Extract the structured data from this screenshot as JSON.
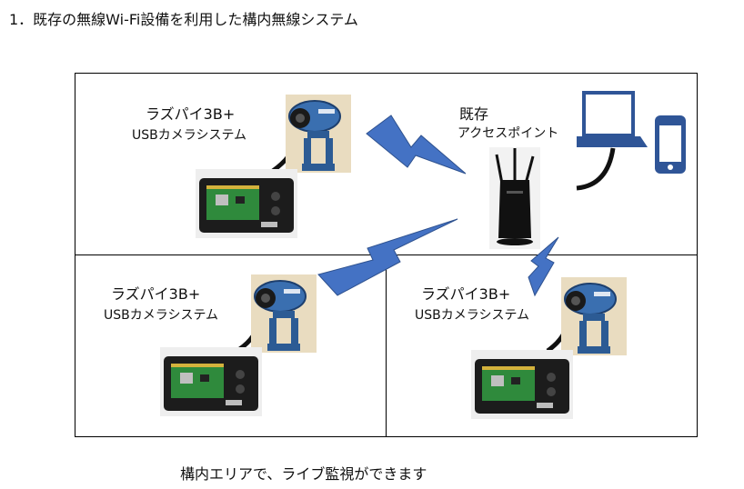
{
  "title": "1．既存の無線Wi-Fi設備を利用した構内無線システム",
  "caption": "構内エリアで、ライブ監視ができます",
  "access_point": {
    "line1": "既存",
    "line2": "アクセスポイント"
  },
  "camera_systems": [
    {
      "line1": "ラズパイ3B+",
      "line2": "USBカメラシステム"
    },
    {
      "line1": "ラズパイ3B+",
      "line2": "USBカメラシステム"
    },
    {
      "line1": "ラズパイ3B+",
      "line2": "USBカメラシステム"
    }
  ],
  "colors": {
    "wireless": "#4472c4",
    "device": "#2f5597",
    "webcam": "#3a6fb0",
    "board": "#2f8a3c"
  },
  "icons": [
    "wireless-signal-icon",
    "wifi-router-icon",
    "laptop-icon",
    "smartphone-icon",
    "webcam-icon",
    "raspberry-pi-board-icon"
  ]
}
